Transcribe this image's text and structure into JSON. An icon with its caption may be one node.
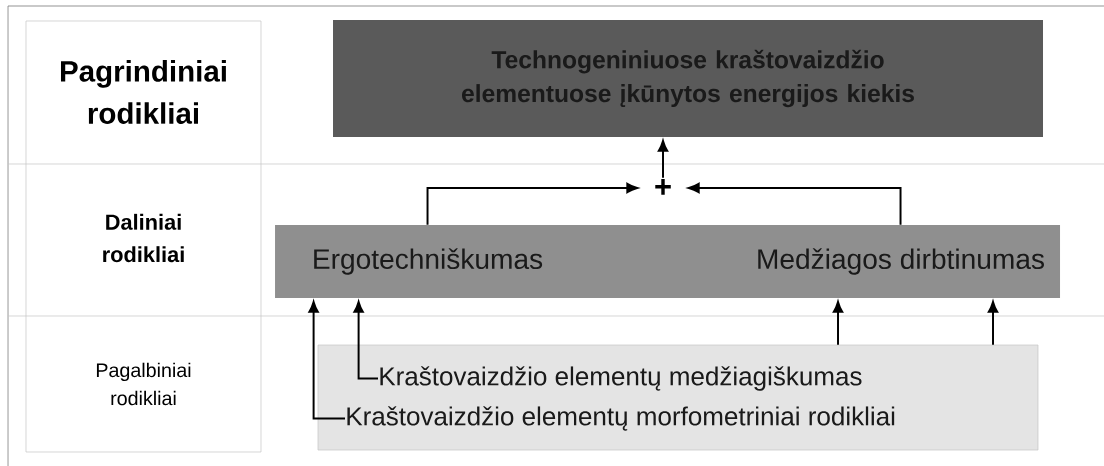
{
  "diagram": {
    "nodes": [
      {
        "text": [
          "Technogeniniuose kraštovaizdžio elementuose įkūnytos energijos kiekis"
        ]
      },
      {
        "text": [
          "+"
        ]
      },
      {
        "text": [],
        "shape": "bar"
      },
      {
        "text": [
          "Ergotechniškumas"
        ],
        "in": 2
      },
      {
        "text": [
          "Medžiagos dirbtinumas"
        ],
        "in": 2
      },
      {
        "text": [],
        "shape": "box"
      },
      {
        "text": [
          "Kraštovaizdžio elementų medžiagiškumas"
        ],
        "in": 5
      },
      {
        "text": [
          "Kraštovaizdžio elementų morfometriniai rodikliai"
        ],
        "in": 5
      }
    ],
    "edges": [
      {
        "from": 1,
        "to": 0,
        "arrow": "to"
      },
      {
        "from": 3,
        "to": 1,
        "arrow": "to"
      },
      {
        "from": 4,
        "to": 1,
        "arrow": "to"
      },
      {
        "from": 6,
        "to": 3,
        "arrow": "to"
      },
      {
        "from": 7,
        "to": 3,
        "arrow": "to"
      },
      {
        "from": 5,
        "to": 4,
        "arrow": "to"
      },
      {
        "from": 5,
        "to": 4,
        "arrow": "to"
      }
    ],
    "labels": [
      "Pagrindiniai rodikliai",
      "Daliniai rodikliai",
      "Pagalbiniai rodikliai"
    ]
  }
}
